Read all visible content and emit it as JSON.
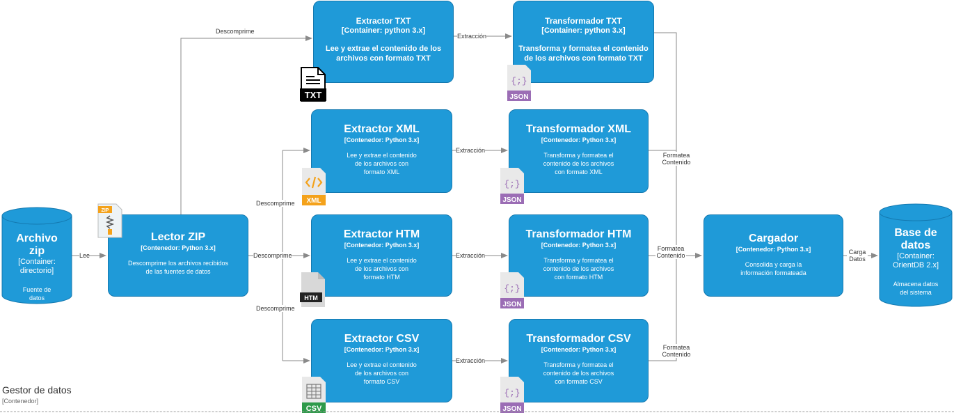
{
  "boundary": {
    "title": "Gestor de datos",
    "type": "[Contenedor]"
  },
  "source": {
    "title": "Archivo zip",
    "type": "[Container: directorio]",
    "desc": "Fuente de datos"
  },
  "database": {
    "title": "Base de datos",
    "type": "[Container: OrientDB 2.x]",
    "desc": "Almacena datos del sistema"
  },
  "lector": {
    "title": "Lector ZIP",
    "type": "[Contenedor: Python 3.x]",
    "desc": "Descomprime los archivos recibidos de las fuentes de datos"
  },
  "extractors": {
    "txt": {
      "title": "Extractor TXT",
      "type": "[Container: python 3.x]",
      "desc": "Lee y extrae el contenido de los archivos con formato TXT"
    },
    "xml": {
      "title": "Extractor XML",
      "type": "[Contenedor: Python 3.x]",
      "desc": "Lee y extrae el contenido de los archivos con formato XML"
    },
    "htm": {
      "title": "Extractor HTM",
      "type": "[Contenedor: Python 3.x]",
      "desc": "Lee y extrae el contenido de los archivos con formato HTM"
    },
    "csv": {
      "title": "Extractor CSV",
      "type": "[Contenedor: Python 3.x]",
      "desc": "Lee y extrae el contenido de los archivos con formato CSV"
    }
  },
  "transformers": {
    "txt": {
      "title": "Transformador TXT",
      "type": "[Container: python 3.x]",
      "desc": "Transforma y formatea el contenido de los archivos con formato TXT"
    },
    "xml": {
      "title": "Transformador XML",
      "type": "[Contenedor: Python 3.x]",
      "desc": "Transforma y formatea el contenido de los archivos con formato XML"
    },
    "htm": {
      "title": "Transformador HTM",
      "type": "[Contenedor: Python 3.x]",
      "desc": "Transforma y formatea el contenido de los archivos con formato HTM"
    },
    "csv": {
      "title": "Transformador CSV",
      "type": "[Contenedor: Python 3.x]",
      "desc": "Transforma y formatea el contenido de los archivos con formato CSV"
    }
  },
  "cargador": {
    "title": "Cargador",
    "type": "[Contenedor: Python 3.x]",
    "desc": "Consolida y carga la información formateada"
  },
  "labels": {
    "lee": "Lee",
    "descomprime": "Descomprime",
    "extraccion": "Extracción",
    "formatea": "Formatea Contenido",
    "carga": "Carga Datos"
  },
  "icons": {
    "txt": "TXT",
    "xml": "XML",
    "htm": "HTM",
    "csv": "CSV",
    "zip": "ZIP",
    "json": "JSON"
  },
  "colors": {
    "box": "#1f9ad8",
    "border": "#1479b0",
    "line": "#8a8a8a",
    "xml": "#f4a21b",
    "json": "#9b6db5",
    "csv": "#2e9a4a"
  }
}
